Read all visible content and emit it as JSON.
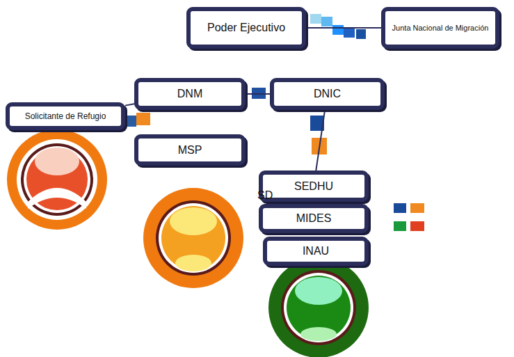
{
  "diagram": {
    "nodes": [
      {
        "text": [
          "Poder Ejecutivo"
        ]
      },
      {
        "text": [
          "Junta Nacional de Migración"
        ]
      },
      {
        "text": [
          "DNM"
        ]
      },
      {
        "text": [
          "DNIC"
        ]
      },
      {
        "text": [
          "Solicitante de Refugio"
        ]
      },
      {
        "text": [
          "MSP"
        ]
      },
      {
        "text": [
          "SEDHU"
        ]
      },
      {
        "text": [
          "MIDES"
        ]
      },
      {
        "text": [
          "INAU"
        ]
      }
    ],
    "edges": [
      {
        "from": 0,
        "to": 1,
        "arrow": "none"
      },
      {
        "from": 2,
        "to": 3,
        "arrow": "none"
      },
      {
        "from": 4,
        "to": 2,
        "arrow": "none"
      },
      {
        "from": 3,
        "to": 6,
        "arrow": "none"
      }
    ],
    "labels": [
      "SD"
    ]
  }
}
